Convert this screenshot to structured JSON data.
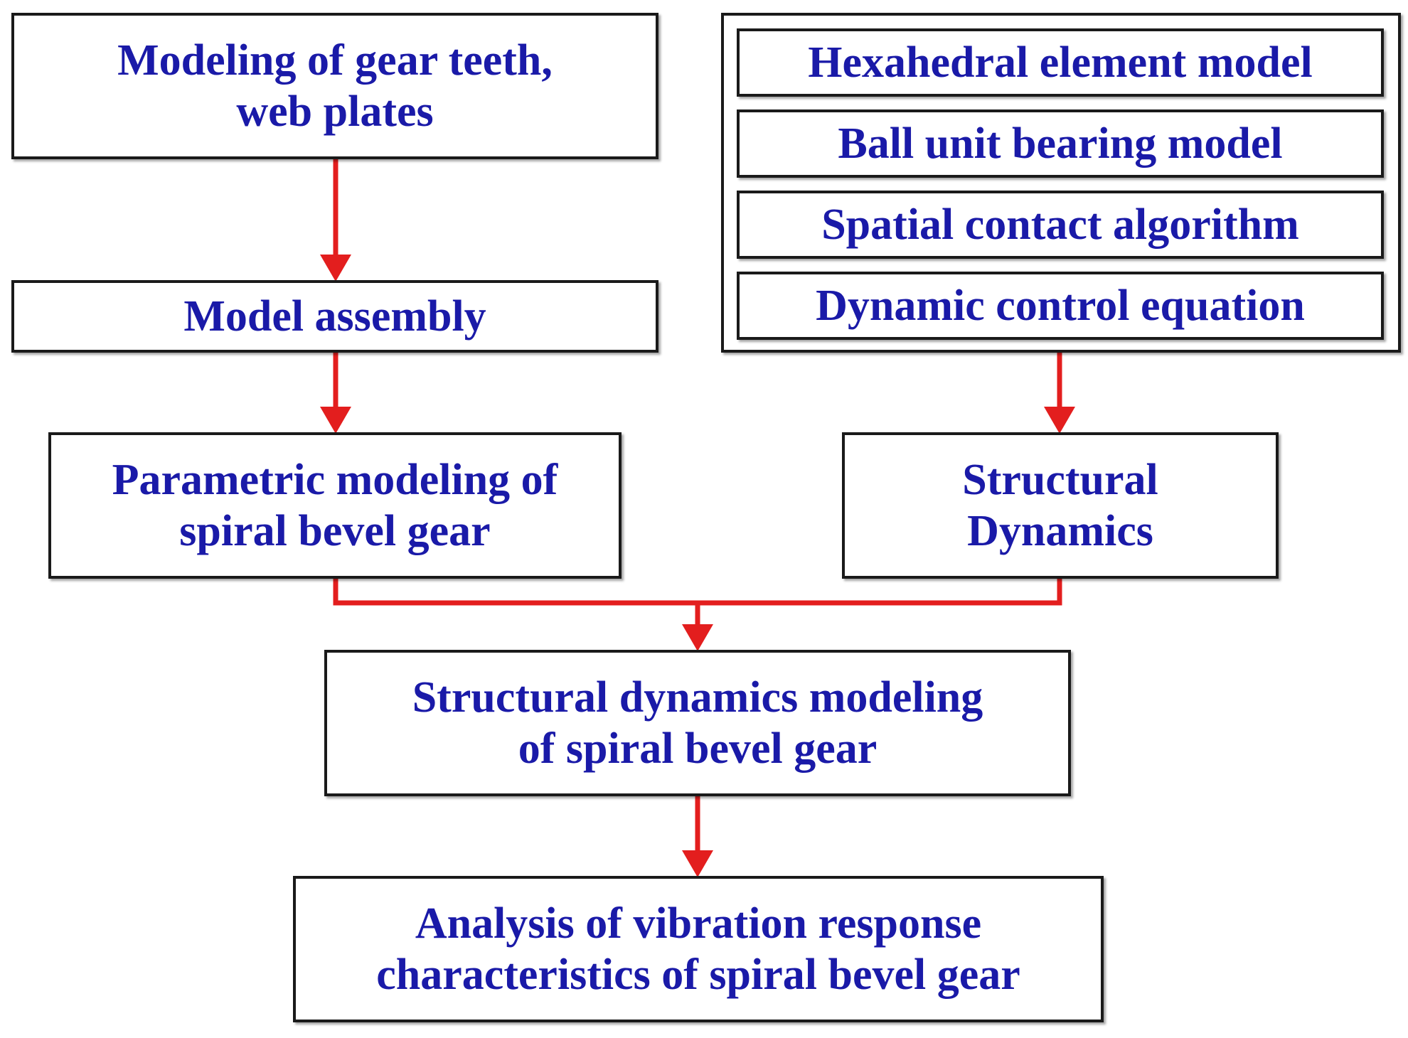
{
  "colors": {
    "box_text": "#1a1aa8",
    "border": "#1a1a1a",
    "arrow": "#e31e1e"
  },
  "nodes": {
    "modeling_teeth": "Modeling of gear teeth,\nweb plates",
    "model_assembly": "Model assembly",
    "parametric_modeling": "Parametric modeling of\nspiral bevel gear",
    "hexahedral": "Hexahedral element model",
    "ball_bearing": "Ball unit bearing model",
    "spatial_contact": "Spatial contact algorithm",
    "dynamic_control": "Dynamic control equation",
    "structural_dynamics": "Structural\nDynamics",
    "structural_dynamics_modeling": "Structural dynamics modeling\nof spiral bevel gear",
    "vibration_analysis": "Analysis of vibration response\ncharacteristics of spiral bevel gear"
  }
}
